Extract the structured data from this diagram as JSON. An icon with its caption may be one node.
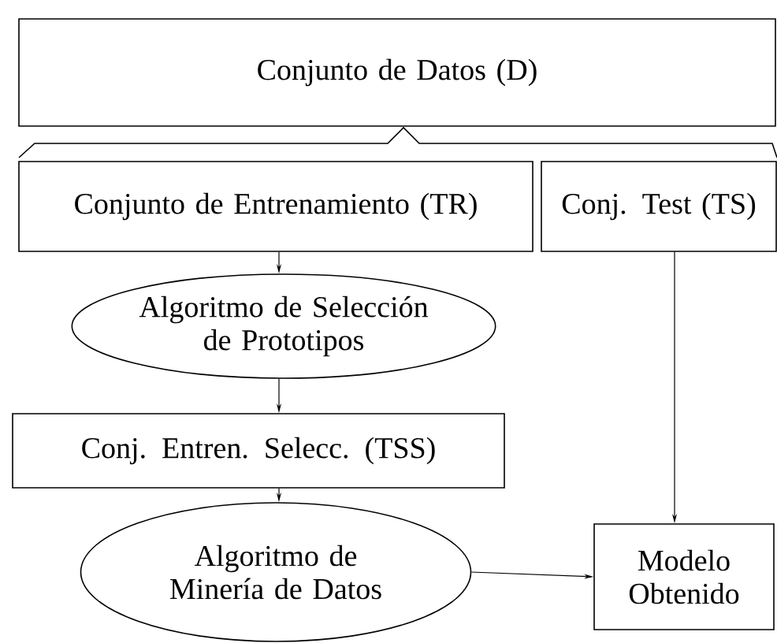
{
  "diagram": {
    "nodes": [
      {
        "text": [
          "Conjunto de Datos (D)"
        ]
      },
      {
        "text": [
          "Conjunto de Entrenamiento (TR)"
        ]
      },
      {
        "text": [
          "Conj. Test (TS)"
        ]
      },
      {
        "text": [
          "Algoritmo de Selección de Prototipos"
        ]
      },
      {
        "text": [
          "Conj. Entren. Selecc. (TSS)"
        ]
      },
      {
        "text": [
          "Algoritmo de Minería de Datos"
        ]
      },
      {
        "text": [
          "Modelo Obtenido"
        ]
      }
    ],
    "edges": [
      {
        "from": 1,
        "to": 3,
        "arrow": "to"
      },
      {
        "from": 3,
        "to": 4,
        "arrow": "to"
      },
      {
        "from": 4,
        "to": 5,
        "arrow": "to"
      },
      {
        "from": 5,
        "to": 6,
        "arrow": "to"
      },
      {
        "from": 2,
        "to": 6,
        "arrow": "to"
      }
    ]
  }
}
